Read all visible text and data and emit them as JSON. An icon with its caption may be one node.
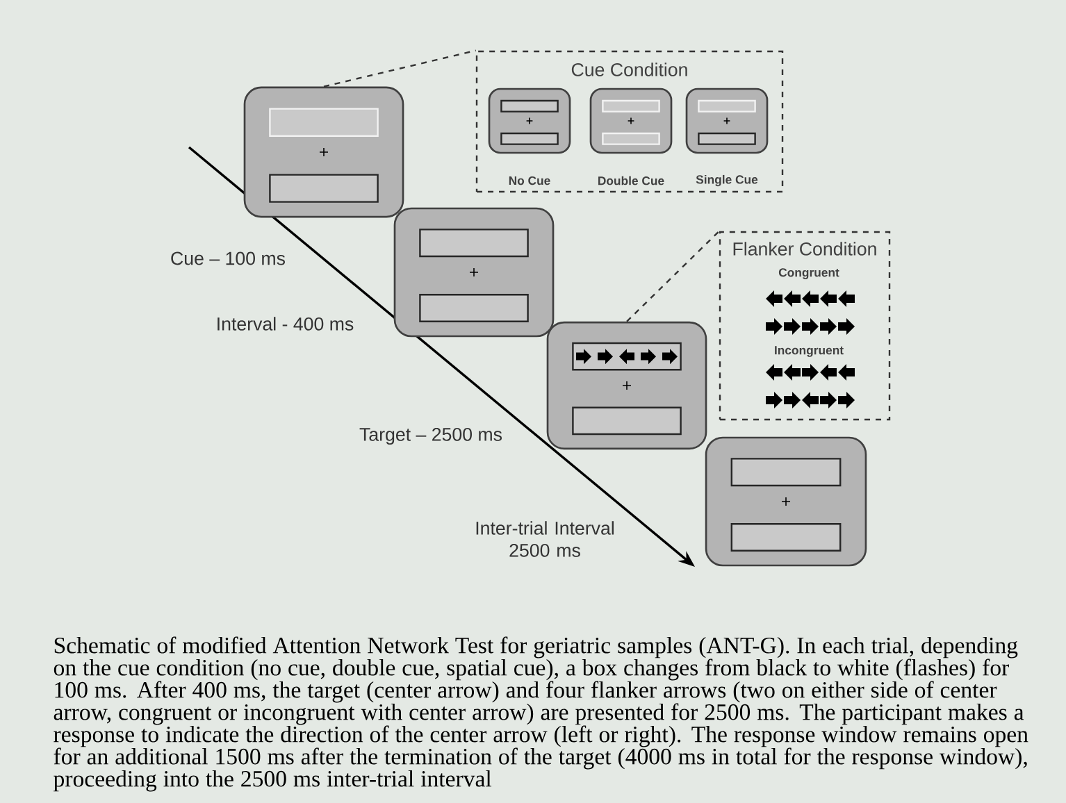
{
  "diagram": {
    "caption": "Schematic of modified Attention Network Test for geriatric samples (ANT-G). In each trial, depending on the cue condition (no cue, double cue, spatial cue), a box changes from black to white (flashes) for 100 ms. After 400 ms, the target (center arrow) and four flanker arrows (two on either side of center arrow, congruent or incongruent with center arrow) are presented for 2500 ms. The participant makes a response to indicate the direction of the center arrow (left or right). The response window remains open for an additional 1500 ms after the termination of the target (4000 ms in total for the response window), proceeding into the 2500 ms inter-trial interval",
    "nodes": [
      {
        "text": [],
        "shape": "box"
      },
      {
        "text": [
          "Cue Condition"
        ]
      },
      {
        "text": [],
        "shape": "box",
        "in": 1,
        "beside": [
          "No Cue"
        ]
      },
      {
        "text": [],
        "shape": "box",
        "in": 1,
        "beside": [
          "Double Cue"
        ]
      },
      {
        "text": [],
        "shape": "box",
        "in": 1,
        "beside": [
          "Single Cue"
        ]
      },
      {
        "text": [],
        "shape": "box"
      },
      {
        "text": [
          "Flanker Condition",
          "Congruent",
          "Incongruent"
        ]
      },
      {
        "text": [],
        "shape": "box"
      },
      {
        "text": [],
        "shape": "box"
      }
    ],
    "edges": [
      {
        "from": 0,
        "to": 1,
        "arrow": "none",
        "style": "dashed"
      },
      {
        "from": 7,
        "to": 6,
        "arrow": "none",
        "style": "dashed"
      }
    ],
    "labels": [
      "Cue – 100 ms",
      "Interval - 400 ms",
      "Target – 2500 ms",
      "Inter-trial Interval 2500 ms"
    ]
  }
}
